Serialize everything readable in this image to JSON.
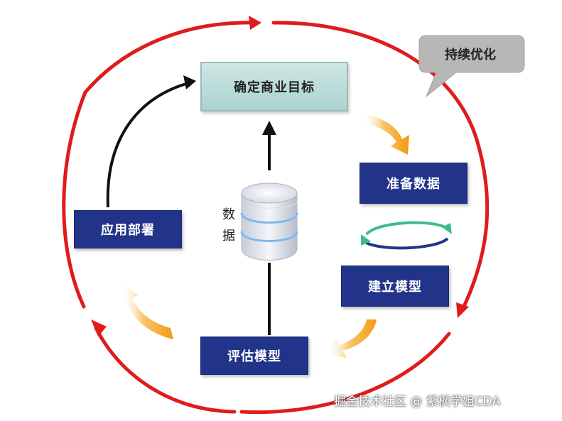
{
  "diagram": {
    "goal": "确定商业目标",
    "prepare": "准备数据",
    "build": "建立模型",
    "evaluate": "评估模型",
    "deploy": "应用部署",
    "data_label": "数据",
    "callout": "持续优化"
  },
  "watermark": "掘金技术社区 @ 紫枫学姐CDA",
  "colors": {
    "cycle_ring": "#e01b1b",
    "box_fill": "#223489",
    "goal_fill": "#b9dcd9",
    "callout_fill": "#b7b7b7",
    "orange_arrow": "#f5a623",
    "mini_cycle_green": "#3dbb8c",
    "mini_cycle_blue": "#223489"
  }
}
